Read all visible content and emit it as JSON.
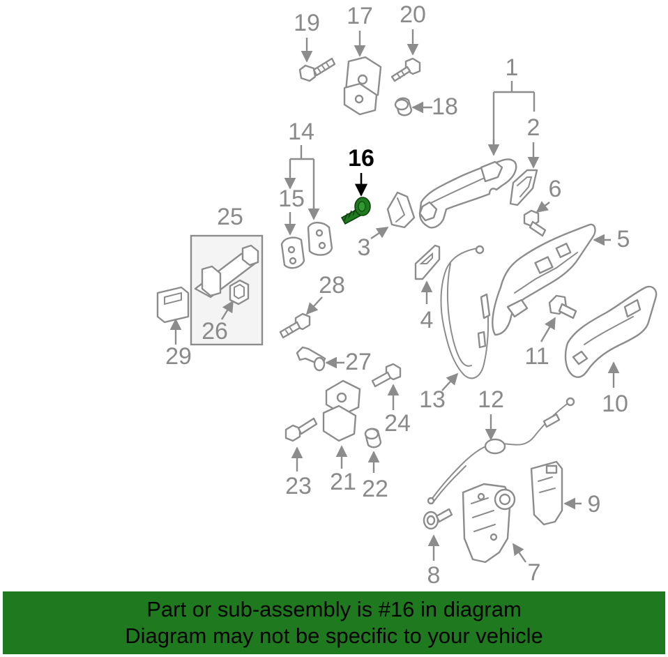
{
  "callouts": {
    "c1": "1",
    "c2": "2",
    "c3": "3",
    "c4": "4",
    "c5": "5",
    "c6": "6",
    "c7": "7",
    "c8": "8",
    "c9": "9",
    "c10": "10",
    "c11": "11",
    "c12": "12",
    "c13": "13",
    "c14": "14",
    "c15": "15",
    "c16": "16",
    "c17": "17",
    "c18": "18",
    "c19": "19",
    "c20": "20",
    "c21": "21",
    "c22": "22",
    "c23": "23",
    "c24": "24",
    "c25": "25",
    "c26": "26",
    "c27": "27",
    "c28": "28",
    "c29": "29"
  },
  "highlight": {
    "part_number": "16",
    "color": "#1f7a1f"
  },
  "colors": {
    "line": "#8c8c8c",
    "label": "#8a8a8a",
    "banner": "#1f7a1f"
  },
  "banner": {
    "line1": "Part or sub-assembly is #16 in diagram",
    "line2": "Diagram may not be specific to your vehicle"
  }
}
